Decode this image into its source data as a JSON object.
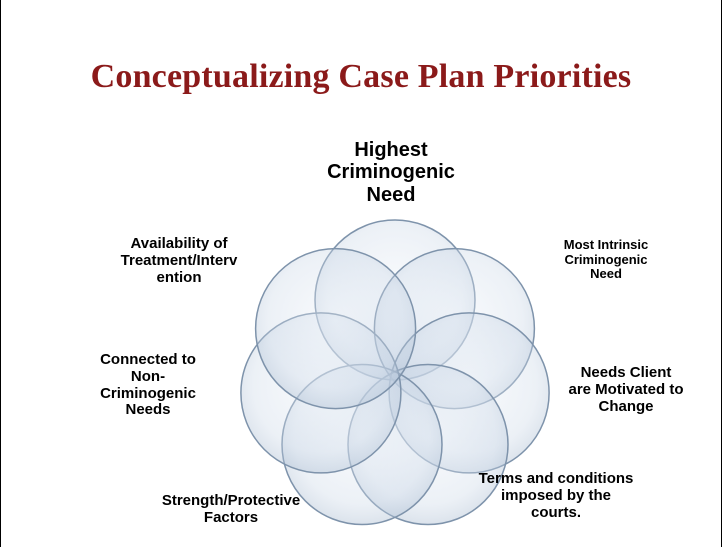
{
  "title": "Conceptualizing Case Plan Priorities",
  "labels": {
    "highest": [
      "Highest",
      "Criminogenic",
      "Need"
    ],
    "intrinsic": [
      "Most Intrinsic",
      "Criminogenic",
      "Need"
    ],
    "motivated": [
      "Needs Client",
      "are Motivated to",
      "Change"
    ],
    "terms": [
      "Terms and conditions",
      "imposed by the",
      "courts."
    ],
    "strength": [
      "Strength/Protective",
      "Factors"
    ],
    "connected": [
      "Connected to",
      "Non-",
      "Criminogenic",
      "Needs"
    ],
    "availability": [
      "Availability of",
      "Treatment/Interv",
      "ention"
    ]
  },
  "colors": {
    "title": "#8b1a1a",
    "circle_fill": "#c9d6e6",
    "circle_stroke": "#7e93ab"
  }
}
